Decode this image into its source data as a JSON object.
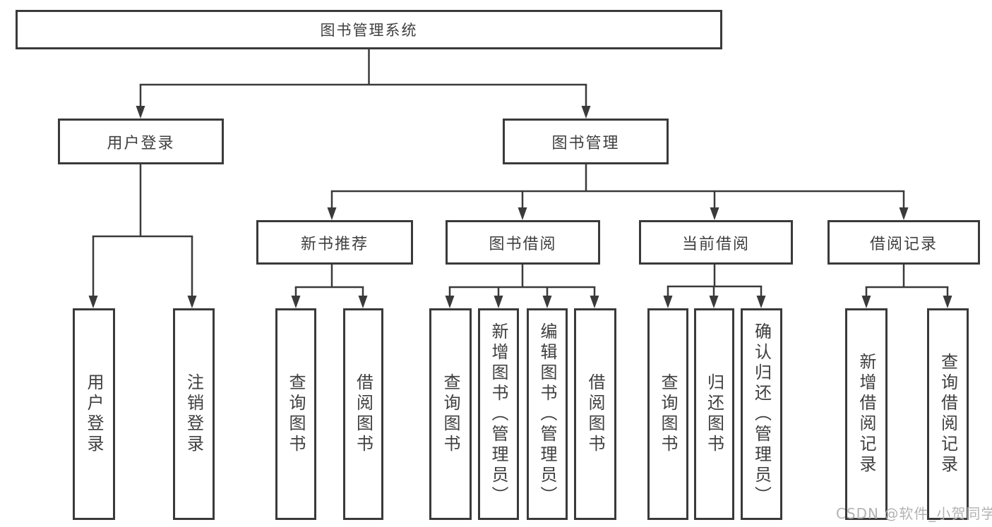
{
  "diagram_title": "图书管理系统",
  "watermark": {
    "text": "CSDN @软件_小贺同学"
  },
  "colors": {
    "line": "#3a3a3a",
    "box_border": "#3a3a3a",
    "text": "#3f3f3f",
    "watermark": "#b3b3b3",
    "background": "#ffffff"
  },
  "tree": {
    "root": {
      "label": "图书管理系统"
    },
    "level2": [
      {
        "label": "用户登录",
        "parent": "图书管理系统"
      },
      {
        "label": "图书管理",
        "parent": "图书管理系统"
      }
    ],
    "level3": [
      {
        "label": "新书推荐",
        "parent": "图书管理"
      },
      {
        "label": "图书借阅",
        "parent": "图书管理"
      },
      {
        "label": "当前借阅",
        "parent": "图书管理"
      },
      {
        "label": "借阅记录",
        "parent": "图书管理"
      }
    ],
    "leaves": [
      {
        "label": "用户登录",
        "parent": "用户登录"
      },
      {
        "label": "注销登录",
        "parent": "用户登录"
      },
      {
        "label": "查询图书",
        "parent": "新书推荐"
      },
      {
        "label": "借阅图书",
        "parent": "新书推荐"
      },
      {
        "label": "查询图书",
        "parent": "图书借阅"
      },
      {
        "label": "新增图书（管理员）",
        "parent": "图书借阅"
      },
      {
        "label": "编辑图书（管理员）",
        "parent": "图书借阅"
      },
      {
        "label": "借阅图书",
        "parent": "图书借阅"
      },
      {
        "label": "查询图书",
        "parent": "当前借阅"
      },
      {
        "label": "归还图书",
        "parent": "当前借阅"
      },
      {
        "label": "确认归还（管理员）",
        "parent": "当前借阅"
      },
      {
        "label": "新增借阅记录",
        "parent": "借阅记录"
      },
      {
        "label": "查询借阅记录",
        "parent": "借阅记录"
      }
    ]
  }
}
